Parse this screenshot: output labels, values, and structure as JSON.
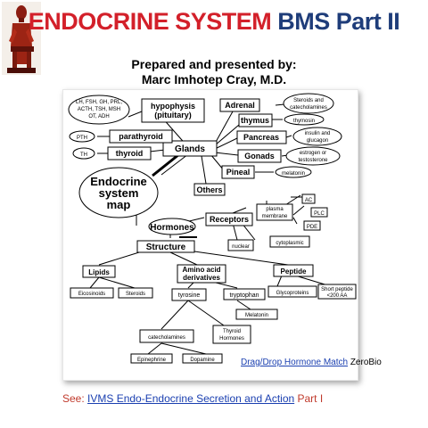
{
  "title": {
    "red": "ENDOCRINE SYSTEM",
    "blue": "BMS Part II"
  },
  "subtitle": {
    "line1": "Prepared and presented by:",
    "line2": "Marc Imhotep Cray, M.D."
  },
  "map": {
    "center": [
      "Endocrine",
      "system",
      "map"
    ],
    "glands": "Glands",
    "hypophysis": [
      "hypophysis",
      "(pituitary)"
    ],
    "pit_hormones": [
      "LH, FSH, GH, PRL,",
      "ACTH, TSH, MSH",
      "OT, ADH"
    ],
    "parathyroid": "parathyroid",
    "pth": "PTH",
    "thyroid": "thyroid",
    "th": "TH",
    "adrenal": "Adrenal",
    "adrenal_h": [
      "Steroids and",
      "catecholamines"
    ],
    "thymus": "thymus",
    "thymosin": "thymosin",
    "pancreas": "Pancreas",
    "pancreas_h": [
      "insulin and",
      "glucagon"
    ],
    "gonads": "Gonads",
    "gonads_h": [
      "estrogen or",
      "testosterone"
    ],
    "pineal": "Pineal",
    "melatonin_p": "melatonin",
    "others": "Others",
    "hormones": "Hormones",
    "receptors": "Receptors",
    "plasma": [
      "plasma",
      "membrane"
    ],
    "ac": "AC",
    "plc": "PLC",
    "pde": "PDE",
    "nuclear": "nuclear",
    "cytoplasmic": "cytoplasmic",
    "structure": "Structure",
    "lipids": "Lipids",
    "aa": [
      "Amino acid",
      "derivatives"
    ],
    "peptide": "Peptide",
    "eicosinoids": "Eicosinoids",
    "steroids": "Steroids",
    "tyrosine": "tyrosine",
    "tryptophan": "tryptophan",
    "glycoproteins": "Glycoproteins",
    "short_peptide": [
      "Short peptide",
      "<200 AA"
    ],
    "melatonin_t": "Melatonin",
    "catecholamines": "catecholamines",
    "thyroid_h": [
      "Thyroid",
      "Hormones"
    ],
    "epinephrine": "Epinephrine",
    "dopamine": "Dopamine"
  },
  "match": {
    "link": "Drag/Drop Hormone Match",
    "suffix": " ZeroBio"
  },
  "footer": {
    "prefix": "See: ",
    "link": "IVMS Endo-Endocrine Secretion and Action",
    "suffix": " Part I"
  },
  "colors": {
    "title_red": "#d3202a",
    "title_blue": "#1f3d7a",
    "link": "#1a3fb0",
    "footer_red": "#c0392b"
  },
  "icons": {
    "statue": "seated-figure-statue"
  }
}
